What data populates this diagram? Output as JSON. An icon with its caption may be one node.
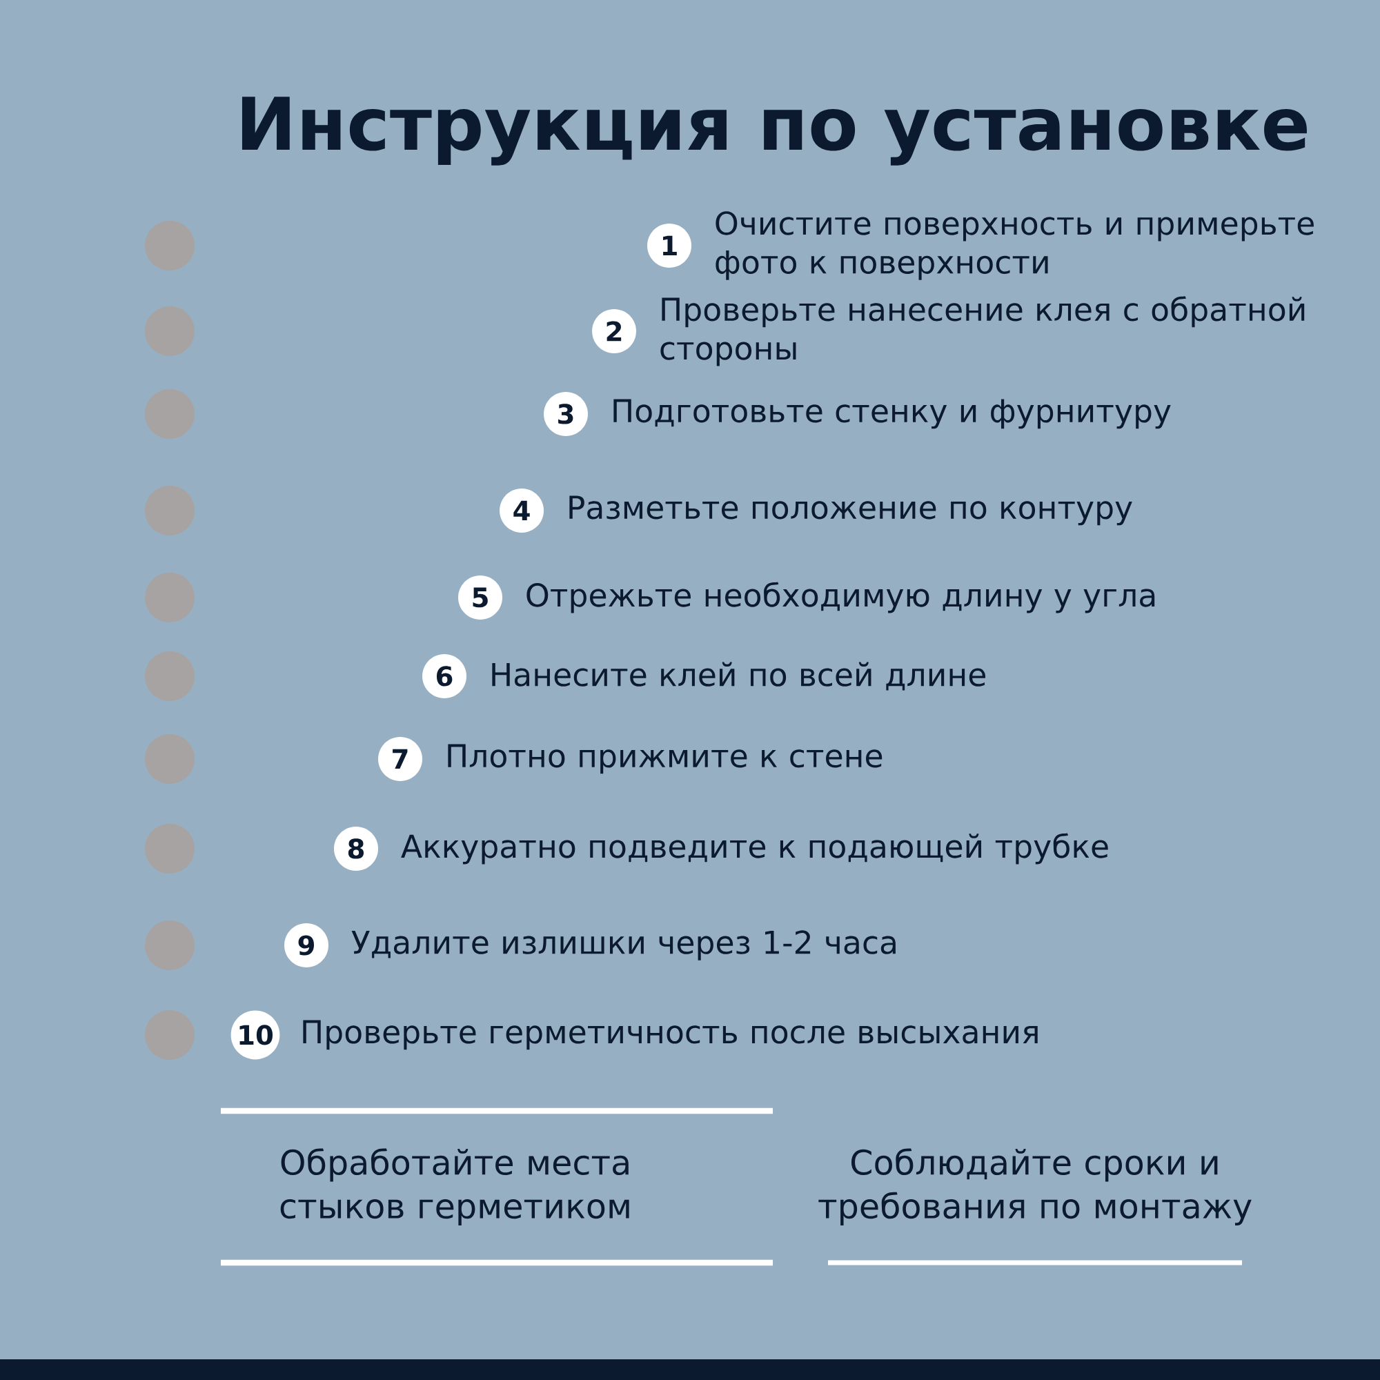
{
  "diagram": {
    "title": "Инструкция по установке",
    "nodes": [
      {
        "text": [
          "1"
        ],
        "beside": [
          "Очистите поверхность и примерьте фото к поверхности"
        ]
      },
      {
        "text": [
          "2"
        ],
        "beside": [
          "Проверьте нанесение клея с обратной стороны"
        ]
      },
      {
        "text": [
          "3"
        ],
        "beside": [
          "Подготовьте стенку и фурнитуру"
        ]
      },
      {
        "text": [
          "4"
        ],
        "beside": [
          "Разметьте положение по контуру"
        ]
      },
      {
        "text": [
          "5"
        ],
        "beside": [
          "Отрежьте необходимую длину у угла"
        ]
      },
      {
        "text": [
          "6"
        ],
        "beside": [
          "Нанесите клей по всей длине"
        ]
      },
      {
        "text": [
          "7"
        ],
        "beside": [
          "Плотно прижмите к стене"
        ]
      },
      {
        "text": [
          "8"
        ],
        "beside": [
          "Аккуратно подведите к подающей трубке"
        ]
      },
      {
        "text": [
          "9"
        ],
        "beside": [
          "Удалите излишки через 1-2 часа"
        ]
      },
      {
        "text": [
          "10"
        ],
        "beside": [
          "Проверьте герметичность после высыхания"
        ]
      }
    ],
    "labels": [
      "Обработайте места стыков герметиком",
      "Соблюдайте сроки и требования по монтажу"
    ]
  }
}
